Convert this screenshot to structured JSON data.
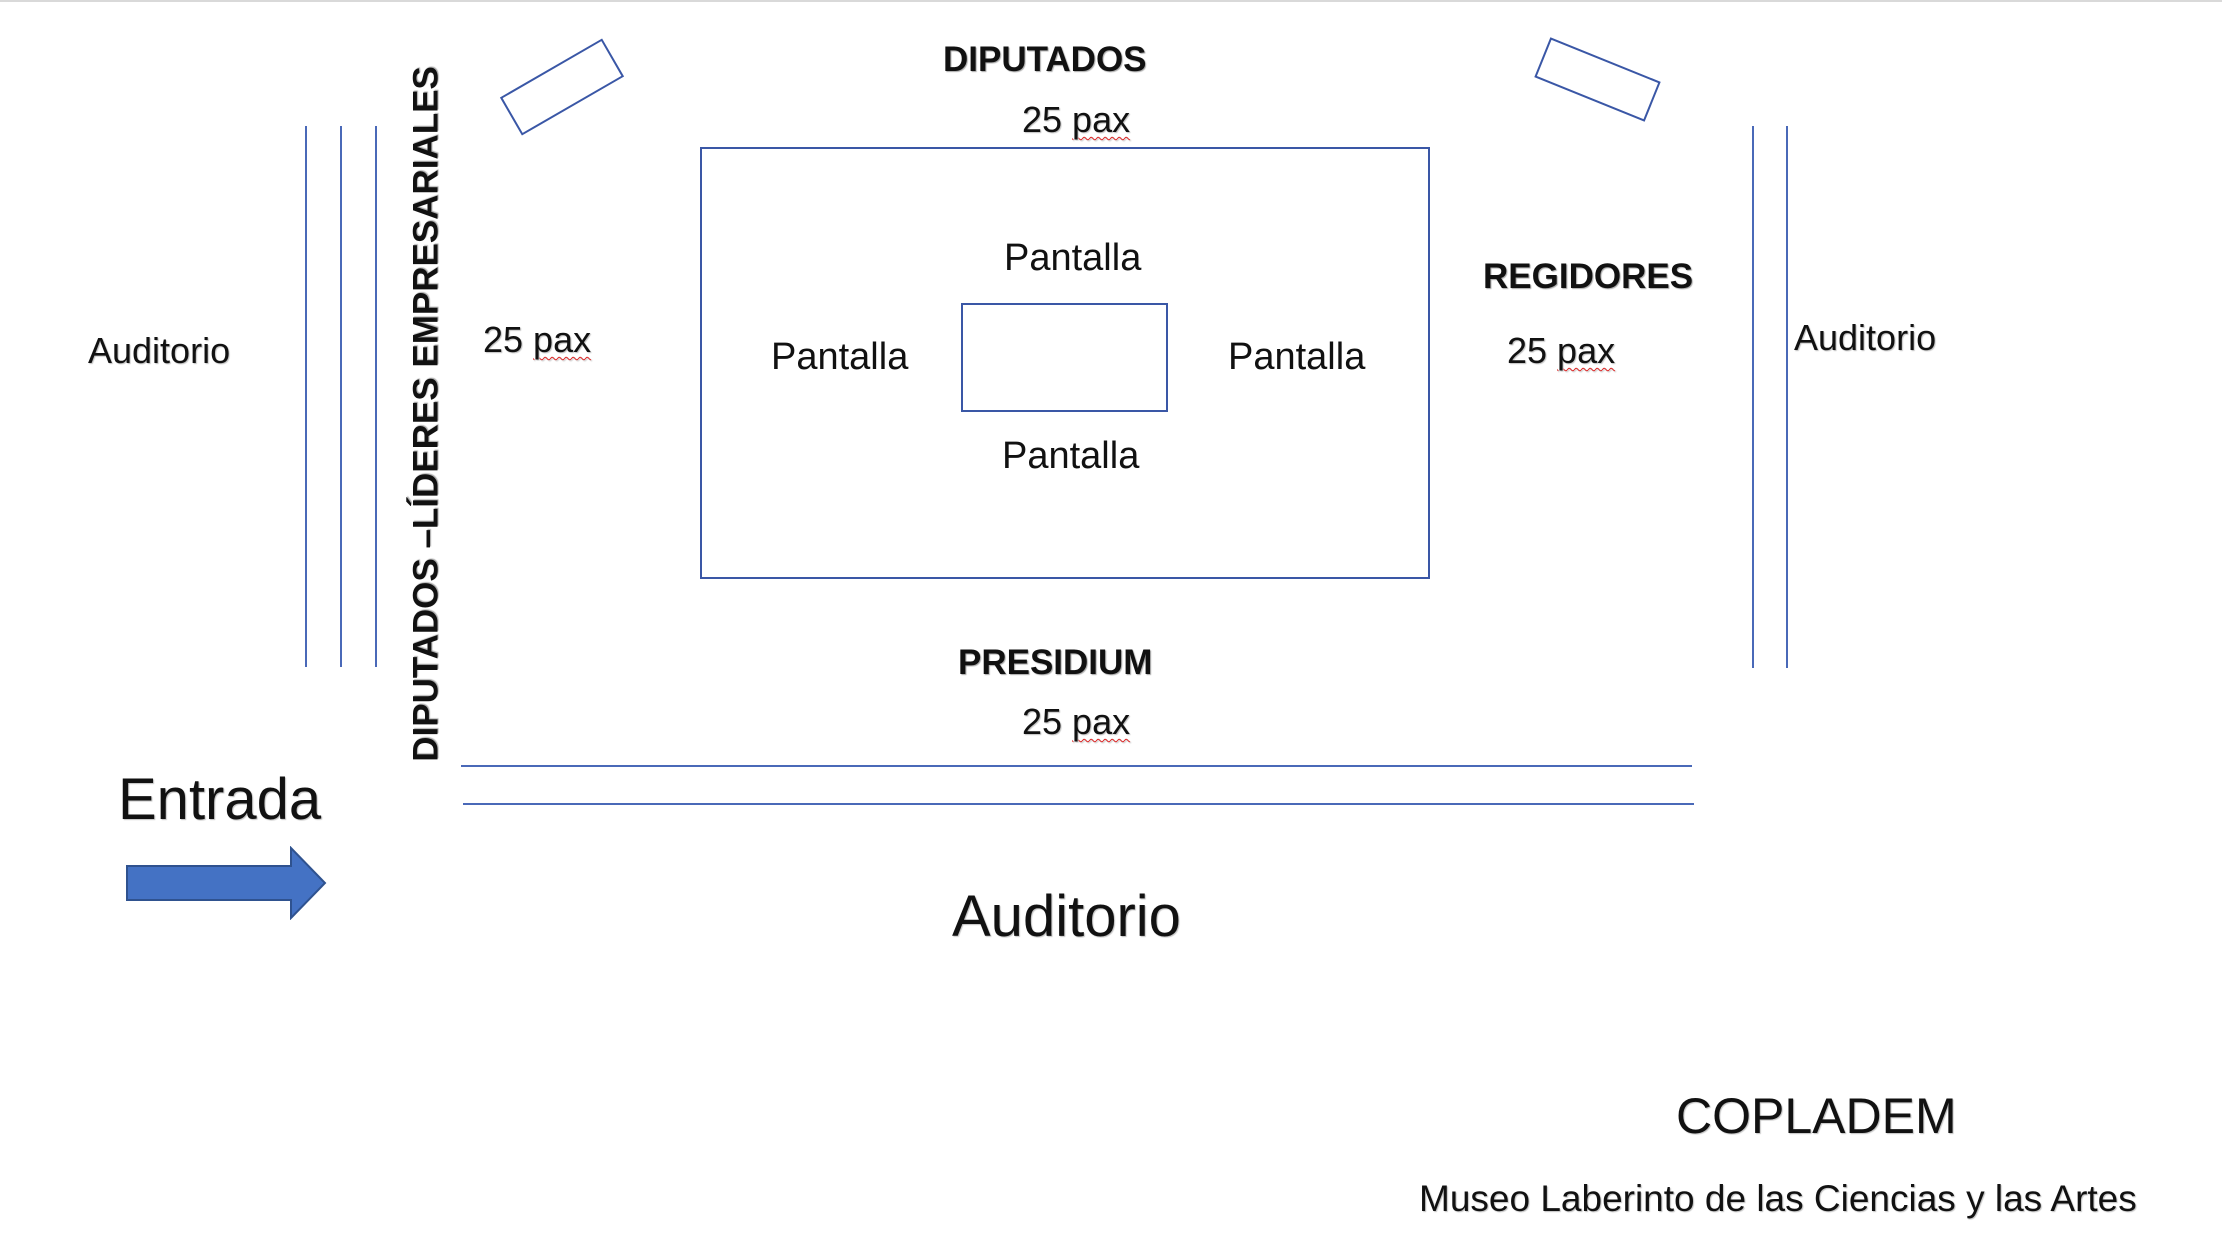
{
  "labels": {
    "diputados_top": "DIPUTADOS",
    "diputados_top_pax": "25 pax",
    "pax_word": "pax",
    "diputados_lideres": "DIPUTADOS –LÍDERES EMPRESARIALES",
    "left_pax": "25 pax",
    "regidores": "REGIDORES",
    "regidores_pax": "25 pax",
    "presidium": "PRESIDIUM",
    "presidium_pax": "25 pax",
    "auditorio_left": "Auditorio",
    "auditorio_right": "Auditorio",
    "auditorio_bottom": "Auditorio",
    "entrada": "Entrada",
    "pantalla_top": "Pantalla",
    "pantalla_left": "Pantalla",
    "pantalla_right": "Pantalla",
    "pantalla_bottom": "Pantalla",
    "copladem": "COPLADEM",
    "museo": "Museo Laberinto de las Ciencias y las Artes"
  },
  "colors": {
    "line": "#4a69b8",
    "arrow_fill": "#4472c4",
    "arrow_stroke": "#2f528f",
    "spellcheck": "#dd2222"
  },
  "icons": {
    "entrance_arrow": "arrow-right-icon"
  }
}
